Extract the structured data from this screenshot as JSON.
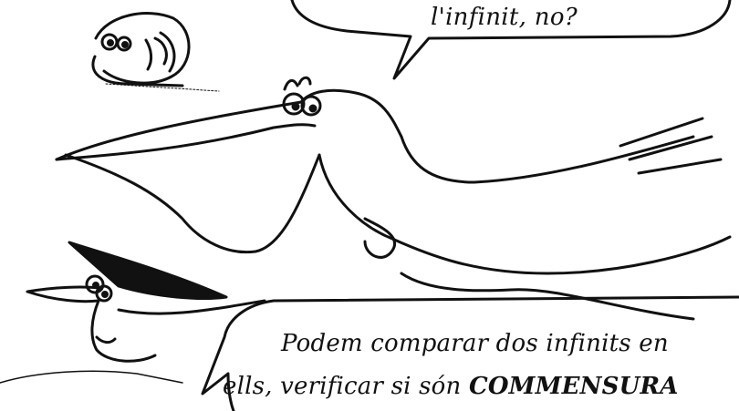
{
  "speech_top": {
    "text": "l'infinit, no?"
  },
  "speech_bottom": {
    "line1": "Podem comparar dos infinits en",
    "line2_prefix": "ells, verificar si són ",
    "line2_bold": "COMMENSURA"
  }
}
